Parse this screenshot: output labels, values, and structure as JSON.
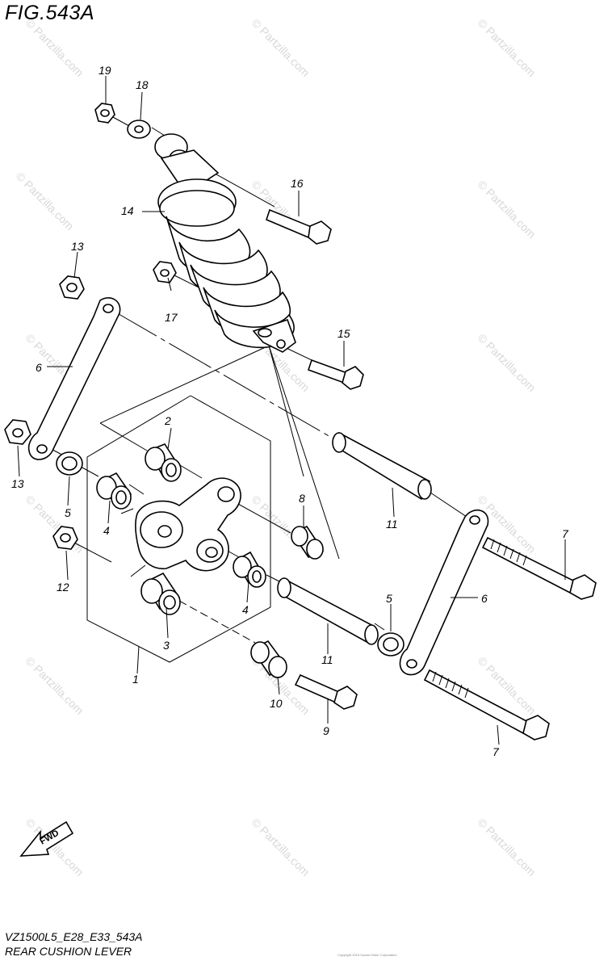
{
  "figure": {
    "title": "FIG.543A",
    "code": "VZ1500L5_E28_E33_543A",
    "name": "REAR CUSHION LEVER",
    "copyright_small": "Copyright 2015 Suzuki Motor Corporation",
    "fwd_label": "FWD"
  },
  "watermark": "© Partzilla.com",
  "callouts": [
    "19",
    "18",
    "16",
    "14",
    "13",
    "17",
    "15",
    "6",
    "2",
    "13",
    "8",
    "5",
    "11",
    "4",
    "7",
    "12",
    "4",
    "5",
    "6",
    "3",
    "11",
    "1",
    "10",
    "9",
    "7"
  ]
}
